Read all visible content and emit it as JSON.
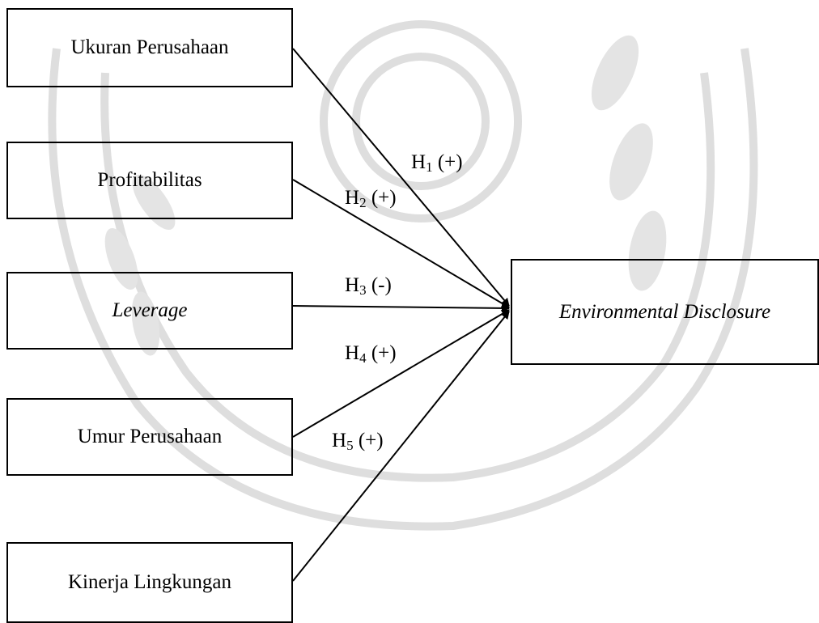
{
  "nodes": {
    "ukuran": "Ukuran Perusahaan",
    "profitabilitas": "Profitabilitas",
    "leverage": "Leverage",
    "umur": "Umur Perusahaan",
    "kinerja": "Kinerja Lingkungan",
    "target": "Environmental Disclosure"
  },
  "hypotheses": [
    {
      "letter": "H",
      "index": "1",
      "sign": "(+)"
    },
    {
      "letter": "H",
      "index": "2",
      "sign": "(+)"
    },
    {
      "letter": "H",
      "index": "3",
      "sign": "(-)"
    },
    {
      "letter": "H",
      "index": "4",
      "sign": "(+)"
    },
    {
      "letter": "H",
      "index": "5",
      "sign": "(+)"
    }
  ],
  "colors": {
    "line": "#000000",
    "watermark": "#dedede"
  }
}
